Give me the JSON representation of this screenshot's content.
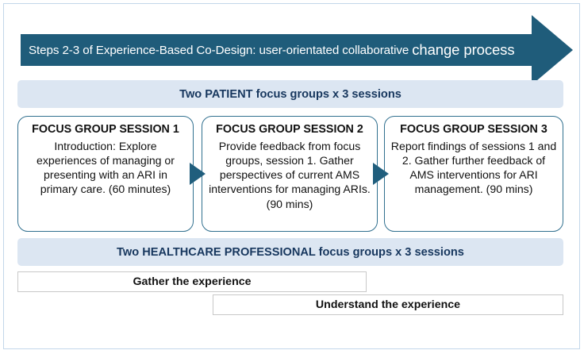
{
  "figure": {
    "banner": {
      "text_main": "Steps 2-3 of Experience-Based Co-Design: user-orientated collaborative",
      "text_emphasis": "change process"
    },
    "bands": {
      "patient": "Two PATIENT focus groups x 3 sessions",
      "healthcare_professional": "Two HEALTHCARE PROFESSIONAL focus groups x 3 sessions"
    },
    "focus_groups": [
      {
        "title": "FOCUS GROUP SESSION 1",
        "body": "Introduction: Explore experiences of managing or presenting with an ARI in primary care. (60 minutes)"
      },
      {
        "title": "FOCUS GROUP SESSION 2",
        "body": "Provide feedback from focus groups, session 1. Gather perspectives of current AMS interventions for managing ARIs. (90 mins)"
      },
      {
        "title": "FOCUS GROUP SESSION 3",
        "body": "Report findings of sessions 1 and 2. Gather further feedback of AMS interventions for ARI management. (90 mins)"
      }
    ],
    "experience_bars": [
      {
        "label": "Gather the experience"
      },
      {
        "label": "Understand the experience"
      }
    ],
    "colors": {
      "banner_fill": "#1F5C7A",
      "band_fill": "#DCE6F2",
      "band_text": "#17375E",
      "box_border": "#31708F",
      "connector_fill": "#205E7D",
      "frame_border": "#C3D7EA"
    },
    "icons": {
      "connector_1": "arrow-right-icon",
      "connector_2": "arrow-right-icon",
      "banner": "right-arrow-banner-icon"
    }
  }
}
